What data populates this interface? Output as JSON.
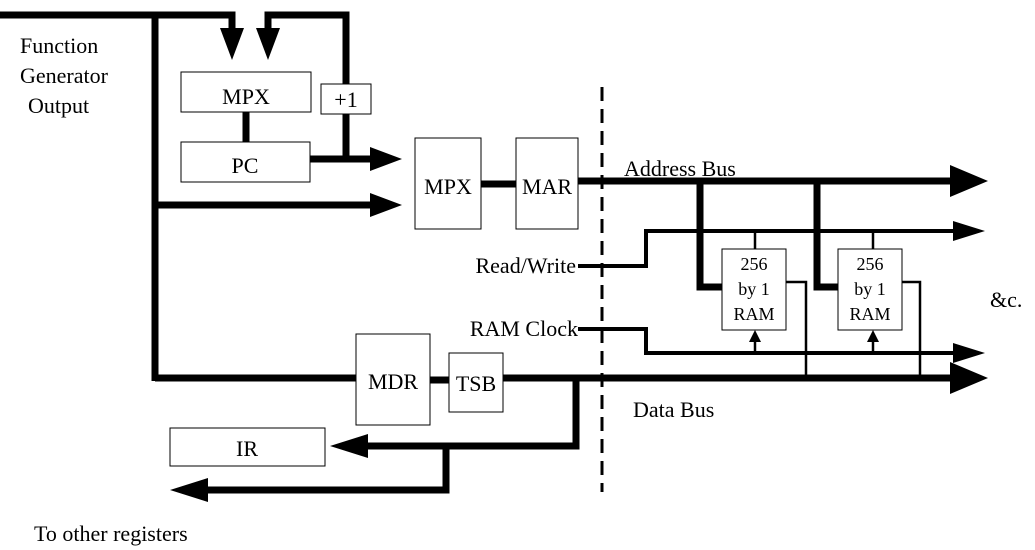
{
  "labels": {
    "function_generator": [
      "Function",
      "Generator",
      "Output"
    ],
    "address_bus": "Address Bus",
    "read_write": "Read/Write",
    "ram_clock": "RAM Clock",
    "data_bus": "Data Bus",
    "etc": "&c.",
    "to_other_registers": "To other registers"
  },
  "blocks": {
    "mpx_top": "MPX",
    "plus_one": "+1",
    "pc": "PC",
    "mpx_mid": "MPX",
    "mar": "MAR",
    "mdr": "MDR",
    "tsb": "TSB",
    "ir": "IR"
  },
  "ram_chips": [
    [
      "256",
      "by 1",
      "RAM"
    ],
    [
      "256",
      "by 1",
      "RAM"
    ]
  ]
}
